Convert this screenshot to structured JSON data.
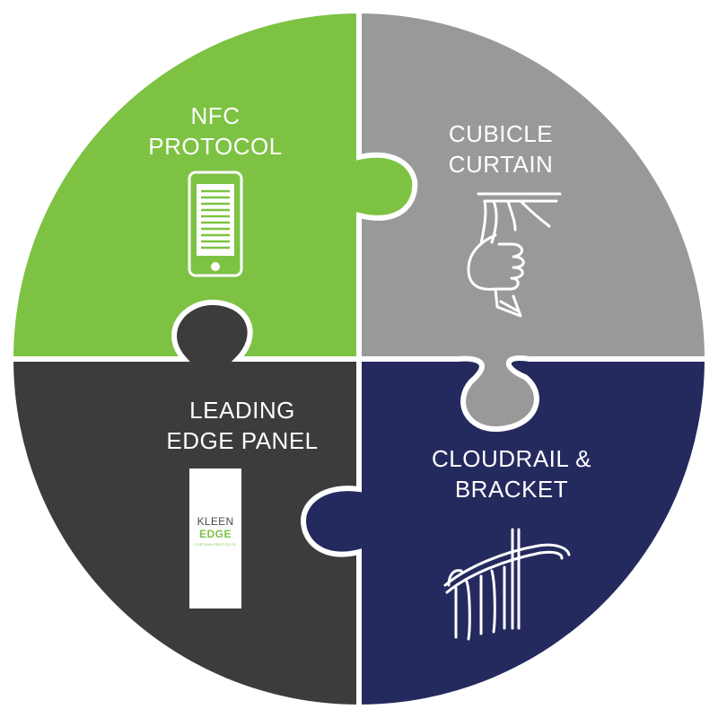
{
  "colors": {
    "nfc": "#7dc243",
    "cubicle": "#999999",
    "leading": "#3c3c3c",
    "cloudrail": "#252a5e",
    "border": "#ffffff"
  },
  "pieces": {
    "nfc": {
      "line1": "NFC",
      "line2": "PROTOCOL",
      "icon": "smartphone-icon"
    },
    "cubicle": {
      "line1": "CUBICLE",
      "line2": "CURTAIN",
      "icon": "hand-curtain-icon"
    },
    "leading": {
      "line1": "LEADING",
      "line2": "EDGE PANEL",
      "icon": "kleen-edge-logo"
    },
    "cloudrail": {
      "line1": "CLOUDRAIL &",
      "line2": "BRACKET",
      "icon": "rail-bracket-icon"
    }
  },
  "logo": {
    "line1": "KLEEN",
    "line2": "EDGE",
    "line3": "CURTAIN PROTOCOL"
  }
}
